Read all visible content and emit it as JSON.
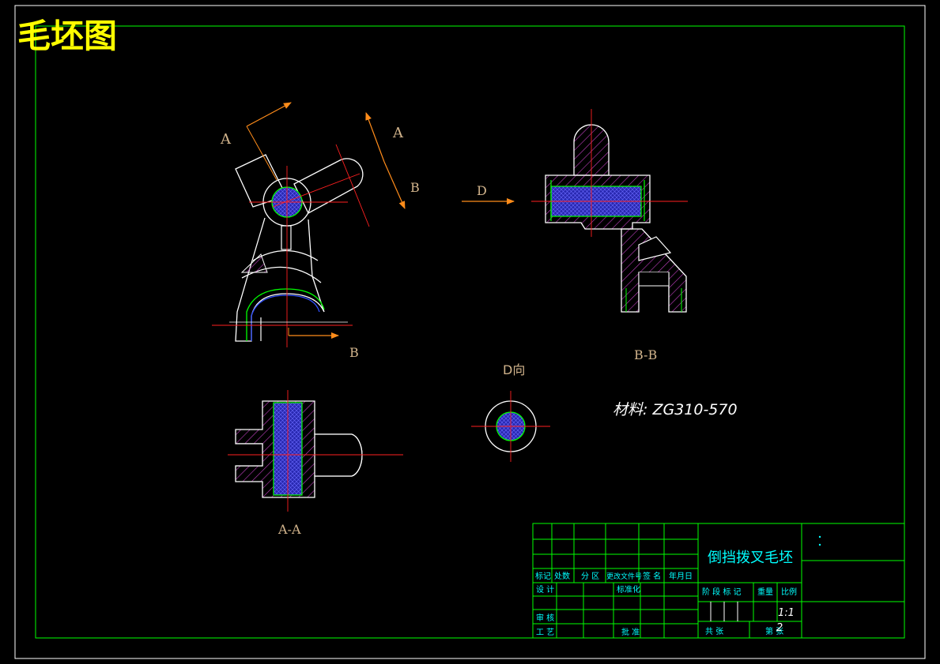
{
  "drawing": {
    "title": "毛坯图",
    "material": "材料: ZG310-570",
    "part_name": "倒挡拨叉毛坯",
    "scale": "1:1",
    "sheet_no": "2"
  },
  "view_labels": {
    "a_top": "A",
    "a_right": "A",
    "b_right": "B",
    "b_bottom": "B",
    "d_arrow": "D",
    "section_bb": "B-B",
    "view_d": "D向",
    "section_aa": "A-A"
  },
  "title_block": {
    "row_headers": [
      "标记",
      "处数",
      "分 区",
      "更改文件号",
      "签 名",
      "年月日"
    ],
    "design": "设 计",
    "standardize": "标准化",
    "review": "审 核",
    "process": "工 艺",
    "approve": "批 准",
    "stage_marks": "阶 段 标 记",
    "weight": "重量",
    "ratio": "比例",
    "total": "共  张",
    "sheet": "第  张"
  },
  "colors": {
    "border": "#00ff00",
    "frame": "#ffffff",
    "title": "#ffff00",
    "arrow": "#ff8c1a",
    "centerline": "#ff2020",
    "hatch": "#c040c0",
    "core": "#3030c0",
    "label": "#d2b48c",
    "cyan": "#00ffff"
  }
}
